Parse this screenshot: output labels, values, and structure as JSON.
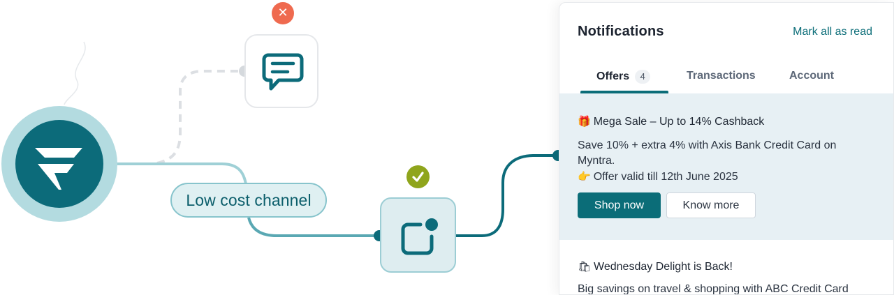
{
  "flow": {
    "channel_label": "Low cost channel",
    "nodes": [
      {
        "name": "brand-logo",
        "icon": "brand-f-logo-icon"
      },
      {
        "name": "sms-channel",
        "icon": "chat-bubble-icon",
        "status": "failed",
        "status_icon": "close-icon"
      },
      {
        "name": "app-channel",
        "icon": "app-notification-icon",
        "status": "success",
        "status_icon": "check-icon"
      }
    ],
    "colors": {
      "primary": "#0c6b7a",
      "failed": "#ef6a4f",
      "success": "#8fa51c",
      "pill_bg": "#dff0f2"
    }
  },
  "notifications": {
    "title": "Notifications",
    "mark_all_read": "Mark all as read",
    "tabs": [
      {
        "label": "Offers",
        "badge": "4",
        "active": true
      },
      {
        "label": "Transactions"
      },
      {
        "label": "Account"
      }
    ],
    "items": [
      {
        "emoji": "🎁",
        "title": "Mega Sale – Up to 14% Cashback",
        "body_lines": [
          "Save 10% + extra 4% with Axis Bank Credit Card on",
          "Myntra."
        ],
        "validity_emoji": "👉",
        "validity": "Offer valid till 12th June 2025",
        "primary_button": "Shop now",
        "secondary_button": "Know more",
        "highlighted": true
      },
      {
        "emoji": "🛍",
        "title": "Wednesday Delight is Back!",
        "body": "Big savings on travel & shopping with ABC Credit Card"
      }
    ],
    "colors": {
      "accent": "#0b6d78",
      "highlight_bg": "#e7f0f4"
    }
  }
}
